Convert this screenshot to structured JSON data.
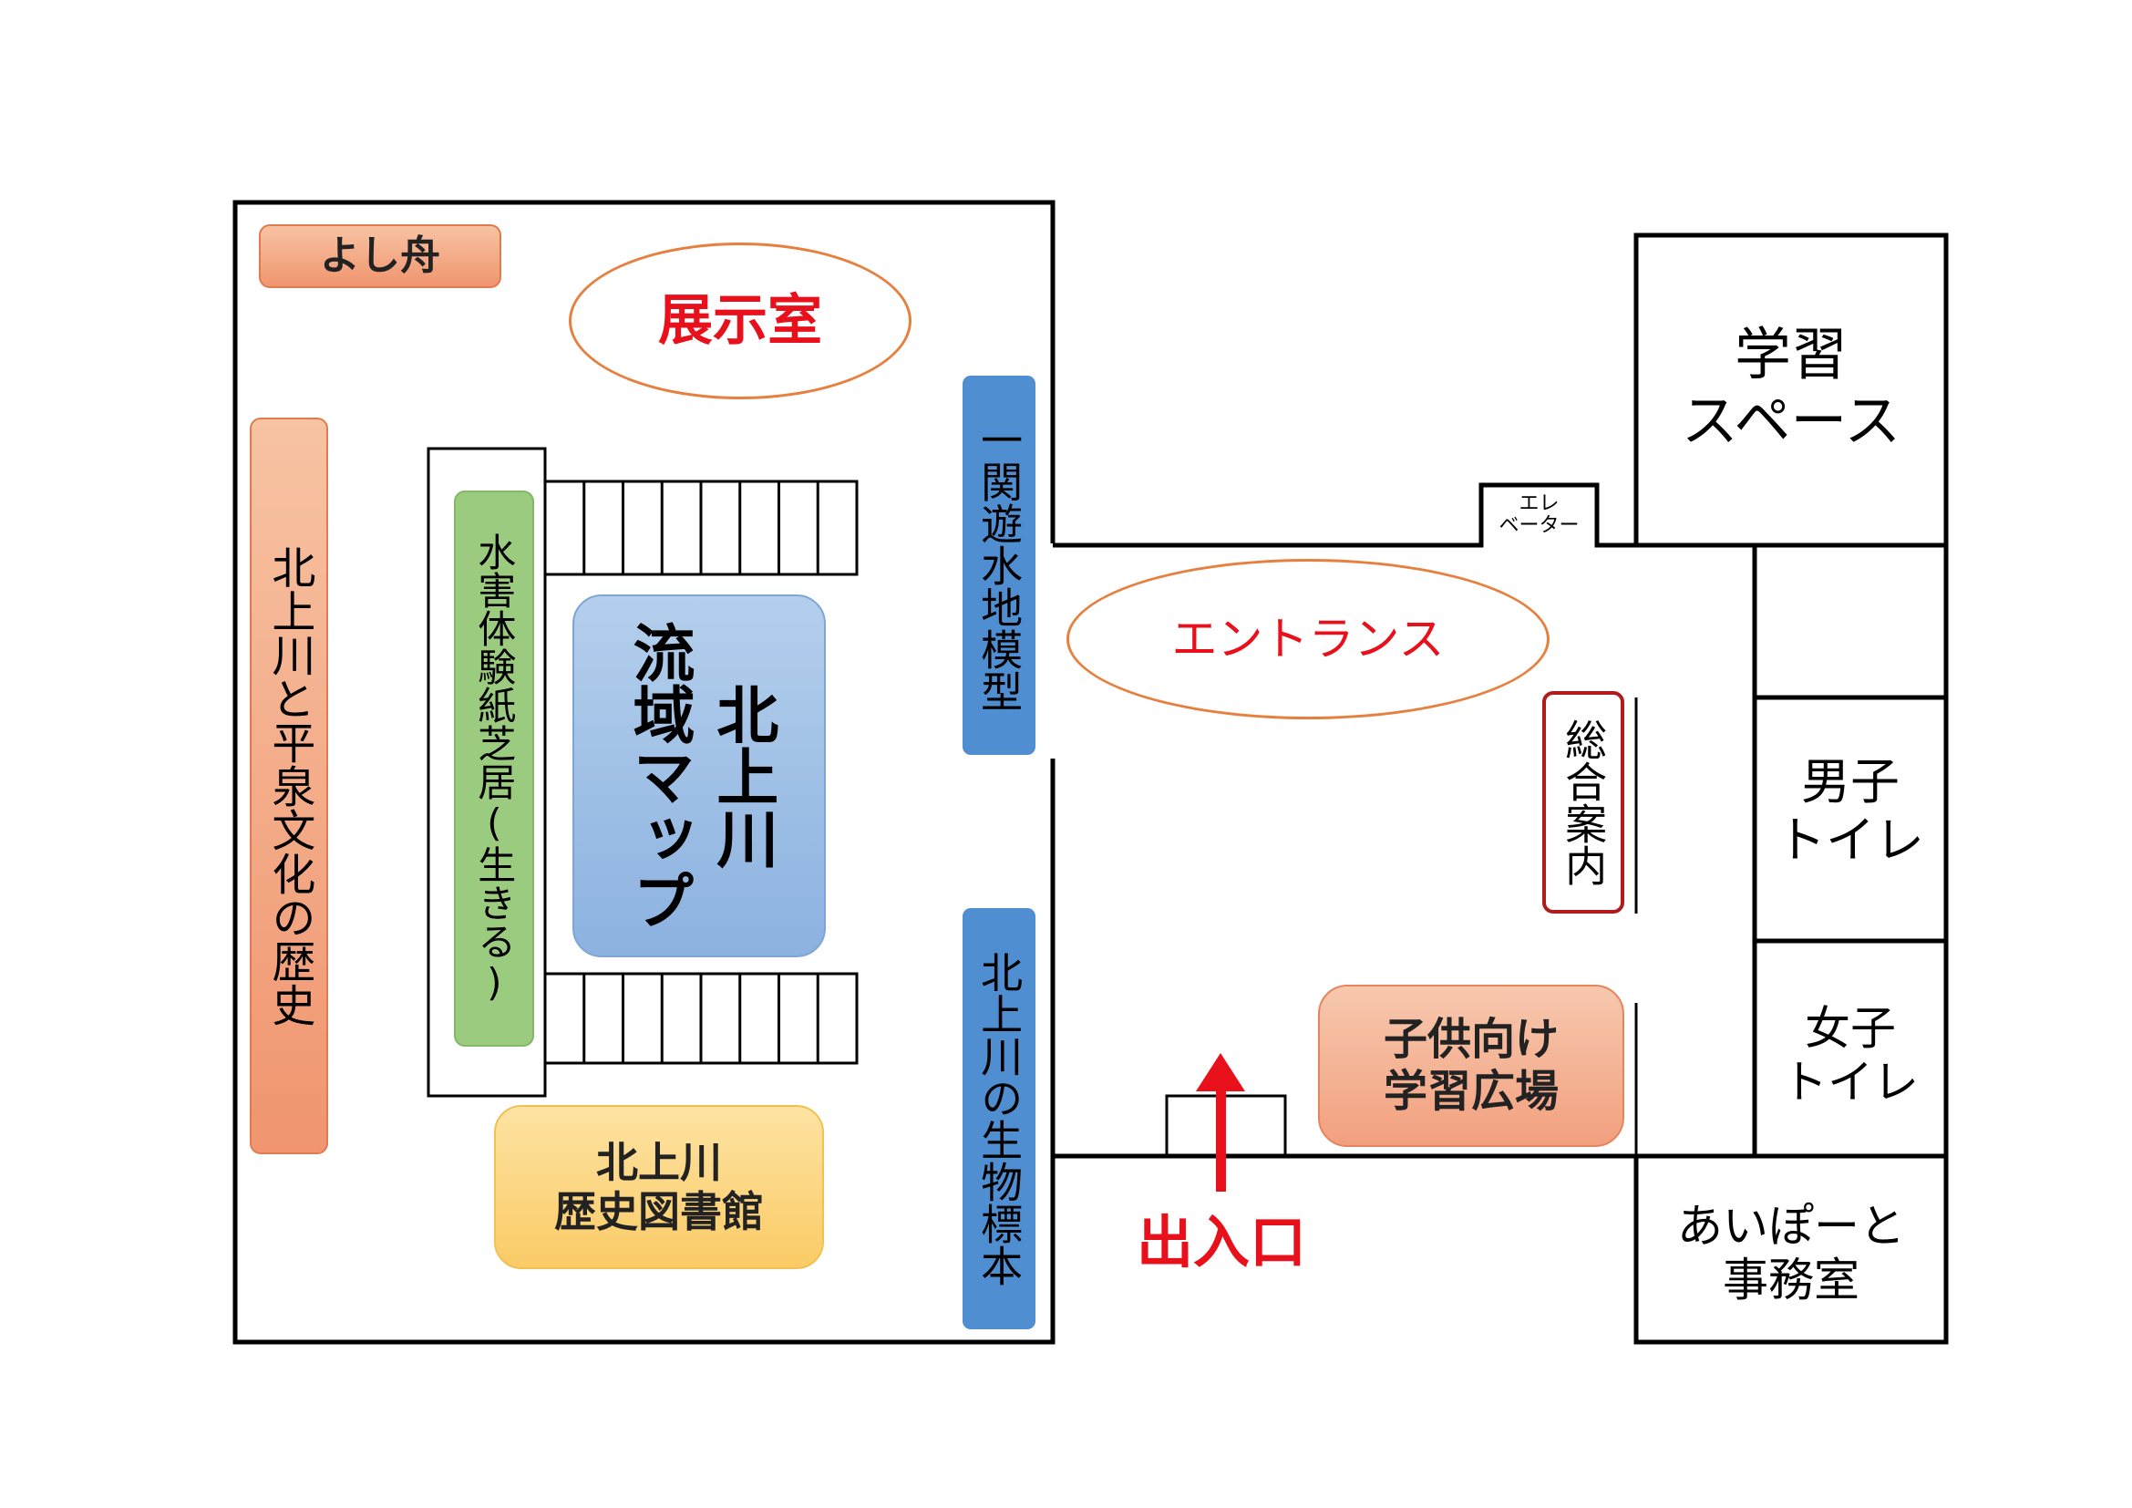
{
  "labels": {
    "exhibition_room": "展示室",
    "entrance": "エントランス",
    "yoshibune": "よし舟",
    "kitakami_hiraizumi_history": "北上川と平泉文化の歴史",
    "flood_kamishibai": "水害体験紙芝居(生きる)",
    "basin_map": "北上川\n流域マップ",
    "ichinoseki_model": "一関遊水地模型",
    "creatures_specimens": "北上川の生物標本",
    "history_library": "北上川\n歴史図書館",
    "study_space": "学習\nスペース",
    "elevator": "エレ\nベーター",
    "info_desk": "総合案内",
    "mens_toilet": "男子\nトイレ",
    "womens_toilet": "女子\nトイレ",
    "kids_plaza": "子供向け\n学習広場",
    "aipoto_office": "あいぽーと\n事務室",
    "entry_exit": "出入口"
  },
  "colors": {
    "wall": "#000000",
    "accent_red": "#e8101a",
    "ellipse_border": "#e6803f",
    "blue_pill": "#4f8ed0",
    "info_border": "#b01c1c"
  }
}
